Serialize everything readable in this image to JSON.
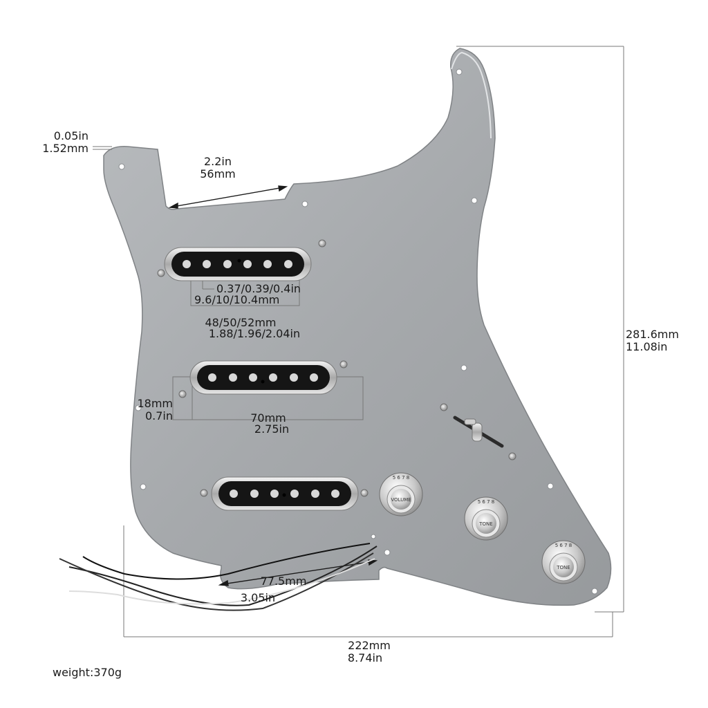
{
  "dimensions": {
    "thickness": {
      "in": "0.05in",
      "mm": "1.52mm"
    },
    "neck_cutout": {
      "in": "2.2in",
      "mm": "56mm"
    },
    "pole_spacing": {
      "in": "0.37/0.39/0.4in",
      "mm": "9.6/10/10.4mm"
    },
    "pole_span": {
      "mm": "48/50/52mm",
      "in": "1.88/1.96/2.04in"
    },
    "pickup_height": {
      "mm": "18mm",
      "in": "0.7in"
    },
    "pickup_length": {
      "mm": "70mm",
      "in": "2.75in"
    },
    "height": {
      "mm": "281.6mm",
      "in": "11.08in"
    },
    "jack_span": {
      "mm": "77.5mm",
      "in": "3.05in"
    },
    "width": {
      "mm": "222mm",
      "in": "8.74in"
    }
  },
  "weight": "weight:370g",
  "knobs": [
    "VOLUME",
    "TONE",
    "TONE"
  ],
  "knob_numbers": "5 6 7 8",
  "colors": {
    "plate": "#a9acaf",
    "plate_edge": "#8a8d90",
    "pickup": "#151515",
    "pole": "#d8d8d8",
    "chrome": "#d0d0d0",
    "line": "#777777"
  }
}
